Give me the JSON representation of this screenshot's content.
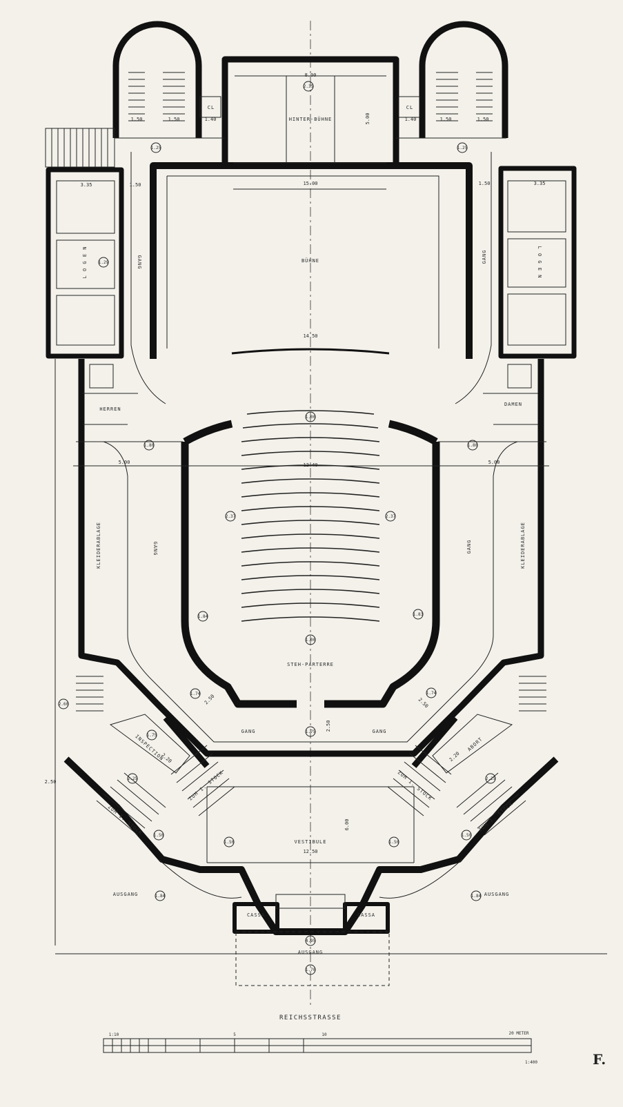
{
  "labels": {
    "hinterbuehne": "HINTER-BÜHNE",
    "buehne": "BÜHNE",
    "gang": "GANG",
    "herren": "HERREN",
    "damen": "DAMEN",
    "kleiderablage_left": "KLEIDERABLAGE",
    "kleiderablage_right": "KLEIDERABLAGE",
    "logen_left": "L O G E N",
    "logen_right": "L O G E N",
    "steh_parterre": "STEH-PARTERRE",
    "inspection": "INSPECTION",
    "abort": "ABORT",
    "zum_i_stock": "ZUM I. STOCK",
    "vestibule": "VESTIBULE",
    "ausgang": "AUSGANG",
    "cassa": "CASSA",
    "reichsstrasse": "REICHSSTRASSE",
    "cl": "CL"
  },
  "dimensions": {
    "hinterbuehne_width": "8.00",
    "hinterbuehne_depth": "5.00",
    "buehne_width": "15.00",
    "proscenium": "14.50",
    "loge_width": "3.35",
    "corridor_width": "1.50",
    "corridor_saal": "5.00",
    "saal_inner": "12.40",
    "saal_depth": "2.50",
    "inspection_width": "2.20",
    "vestibule_width": "12.50",
    "vestibule_depth": "6.00",
    "stair_width": "1.50",
    "stair_small": "1.40",
    "gang_back": "2.50",
    "ausgang_width": "4.95",
    "outer_width": "2.50"
  },
  "heights": {
    "hinterbuehne": "2.35",
    "stair_l": "1.25",
    "stair_r": "1.25",
    "logen": "1.29",
    "corridor_l": "1.80",
    "corridor_r": "1.80",
    "saal_front": "1.00",
    "saal_l": "2.37",
    "saal_r": "2.37",
    "saal_bl": "1.84",
    "saal_br": "1.83",
    "stehparterre": "1.00",
    "gang_l": "1.74",
    "gang_r": "1.74",
    "gang_c": "1.75",
    "inspection": "1.75",
    "stairs_l": "2.25",
    "stairs_r": "2.25",
    "lower_l": "1.50",
    "lower_r": "1.50",
    "vest_l": "1.50",
    "vest_r": "1.50",
    "ausgang_l": "1.84",
    "ausgang_r": "1.84",
    "entrance": "4.95",
    "front": "1.70",
    "side_l": "2.60",
    "outer_l": "2.50"
  },
  "scale": {
    "ticks": [
      "1:10",
      "5",
      "10"
    ],
    "label": "20 METER",
    "sub": "1:400"
  },
  "figure_letter": "F."
}
